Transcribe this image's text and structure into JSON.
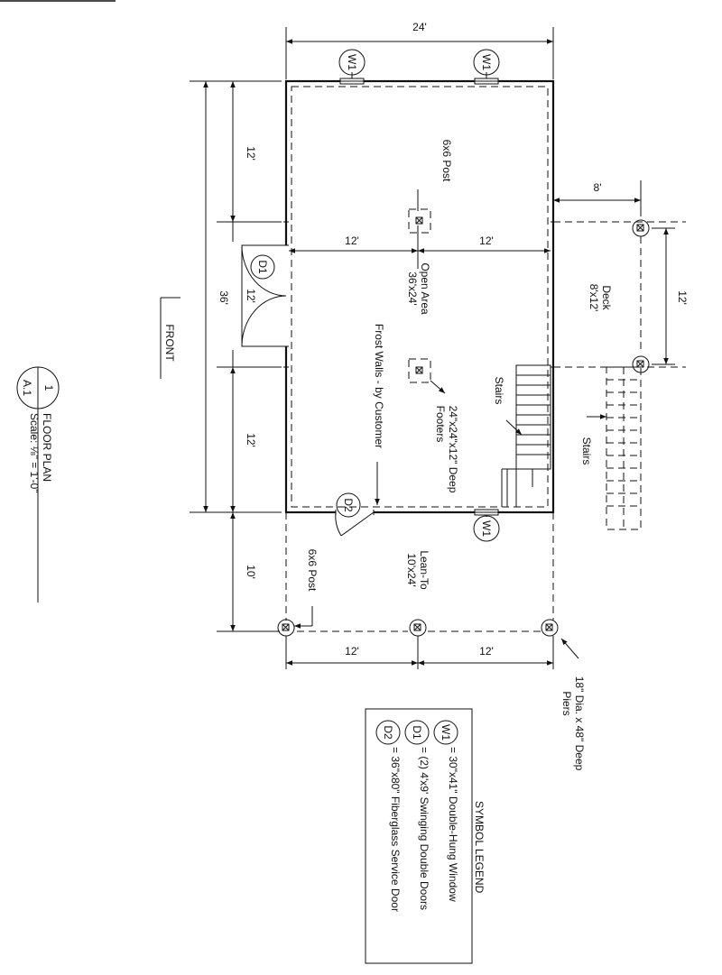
{
  "dimensions": {
    "width_24": "24'",
    "depth_36": "36'",
    "seg_12_top": "12'",
    "seg_12_mid": "12'",
    "seg_12_bottom": "12'",
    "leanto_10": "10'",
    "interior_12_left": "12'",
    "interior_12_right": "12'",
    "leanto_12_left": "12'",
    "leanto_12_right": "12'",
    "deck_8": "8'",
    "deck_12": "12'"
  },
  "labels": {
    "front": "FRONT",
    "post_interior": "6x6 Post",
    "open_area": "Open Area",
    "open_area_size": "36'x24'",
    "frost_walls": "Frost Walls - by Customer",
    "footers_line1": "24\"x24\"x12\" Deep",
    "footers_line2": "Footers",
    "stairs_interior": "Stairs",
    "deck": "Deck",
    "deck_size": "8'x12'",
    "stairs_exterior": "Stairs",
    "leanto": "Lean-To",
    "leanto_size": "10'x24'",
    "post_leanto": "6x6 Post",
    "piers_line1": "18\" Dia. x 48\" Deep",
    "piers_line2": "Piers"
  },
  "tags": {
    "window": "W1",
    "double_door": "D1",
    "service_door": "D2"
  },
  "title_block": {
    "detail_number": "1",
    "sheet": "A.1",
    "title": "FLOOR PLAN",
    "scale": "Scale: ⅛\" = 1'-0\""
  },
  "legend": {
    "title": "SYMBOL LEGEND",
    "items": [
      {
        "tag": "W1",
        "desc": "= 30\"x41\" Double-Hung Window"
      },
      {
        "tag": "D1",
        "desc": "= (2) 4'x9' Swinging Double Doors"
      },
      {
        "tag": "D2",
        "desc": "= 36\"x80\" Fiberglass Service Door"
      }
    ]
  }
}
